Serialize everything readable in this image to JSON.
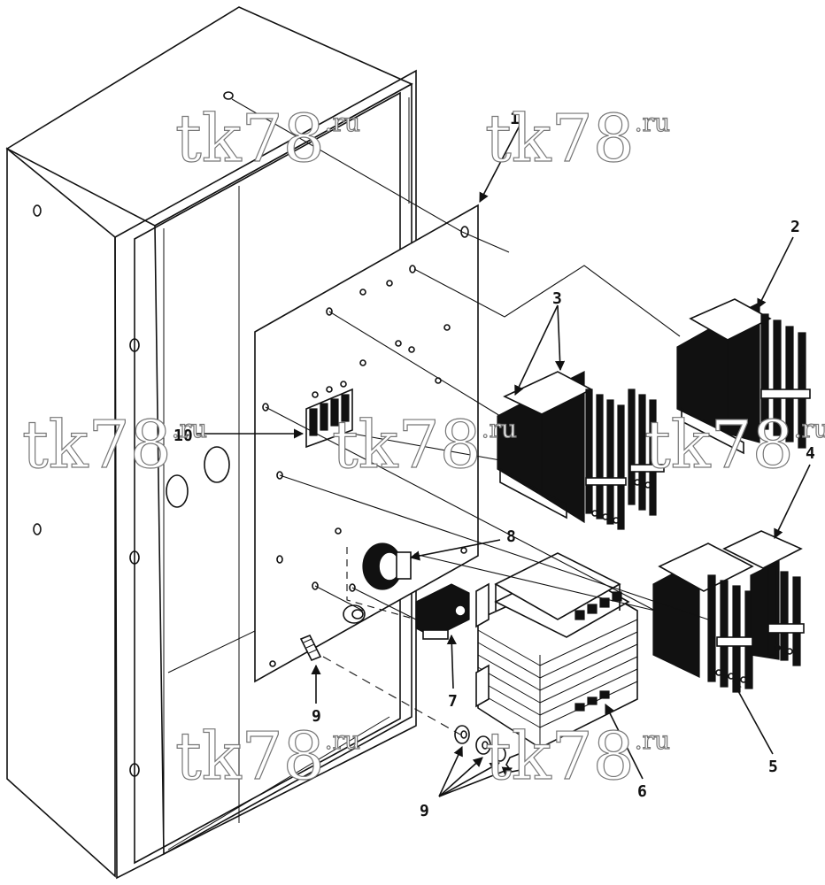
{
  "watermark": {
    "main": "tk78",
    "suffix": ".ru"
  },
  "callouts": {
    "c1": "1",
    "c2": "2",
    "c3": "3",
    "c4": "4",
    "c5": "5",
    "c6": "6",
    "c7": "7",
    "c8": "8",
    "c9a": "9",
    "c9b": "9",
    "c10": "10"
  }
}
